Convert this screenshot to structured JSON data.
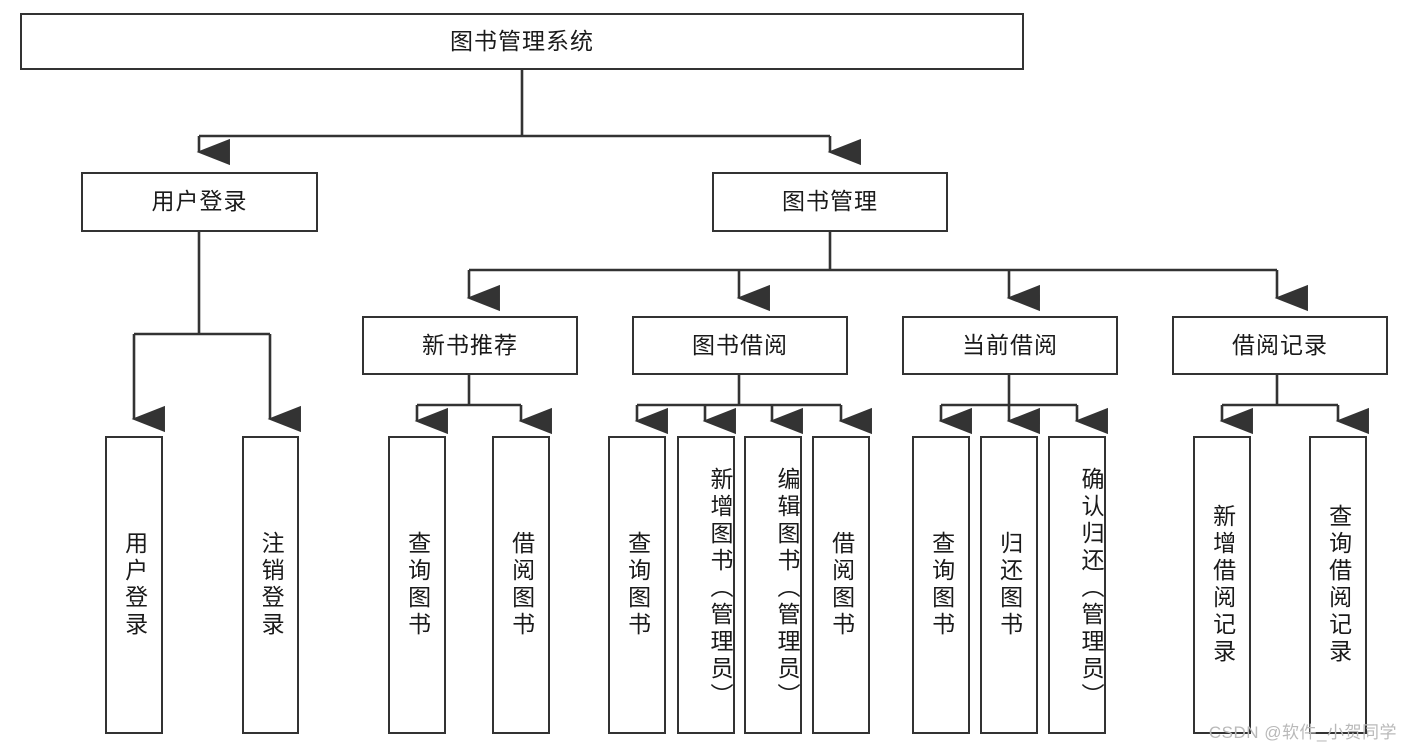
{
  "diagram": {
    "title": "图书管理系统",
    "type": "hierarchy-tree",
    "orientation": "top-down",
    "colors": {
      "stroke": "#333333",
      "fill": "#ffffff",
      "text": "#1a1a1a",
      "watermark": "#b9b9b9"
    },
    "levels": {
      "root": {
        "label": "图书管理系统"
      },
      "level2": [
        {
          "label": "用户登录"
        },
        {
          "label": "图书管理"
        }
      ],
      "level3": [
        {
          "label": "新书推荐"
        },
        {
          "label": "图书借阅"
        },
        {
          "label": "当前借阅"
        },
        {
          "label": "借阅记录"
        }
      ],
      "leaves": {
        "user_login": [
          {
            "label": "用户登录"
          },
          {
            "label": "注销登录"
          }
        ],
        "new_book_recommend": [
          {
            "label": "查询图书"
          },
          {
            "label": "借阅图书"
          }
        ],
        "book_borrow": [
          {
            "label": "查询图书"
          },
          {
            "label": "新增图书（管理员）"
          },
          {
            "label": "编辑图书（管理员）"
          },
          {
            "label": "借阅图书"
          }
        ],
        "current_borrow": [
          {
            "label": "查询图书"
          },
          {
            "label": "归还图书"
          },
          {
            "label": "确认归还（管理员）"
          }
        ],
        "borrow_record": [
          {
            "label": "新增借阅记录"
          },
          {
            "label": "查询借阅记录"
          }
        ]
      }
    },
    "watermark": "CSDN @软件_小贺同学"
  }
}
